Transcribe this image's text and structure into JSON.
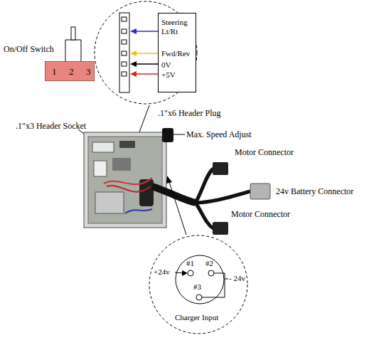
{
  "diagram": {
    "nodes": [
      {
        "text": [
          "Steering Lt/Rt",
          "Fwd/Rev",
          "0V",
          "+5V"
        ]
      },
      {
        "text": [
          "1",
          "2",
          "3"
        ]
      },
      {
        "text": [
          "+24v",
          "#1",
          "#2",
          "- 24v",
          "#3",
          "Charger Input"
        ]
      }
    ],
    "labels": [
      "On/Off Switch",
      ".1\"x3 Header Socket",
      ".1\"x6 Header Plug",
      "Max. Speed Adjust",
      "Motor Connector",
      "24v Battery Connector",
      "Motor Connector"
    ]
  }
}
